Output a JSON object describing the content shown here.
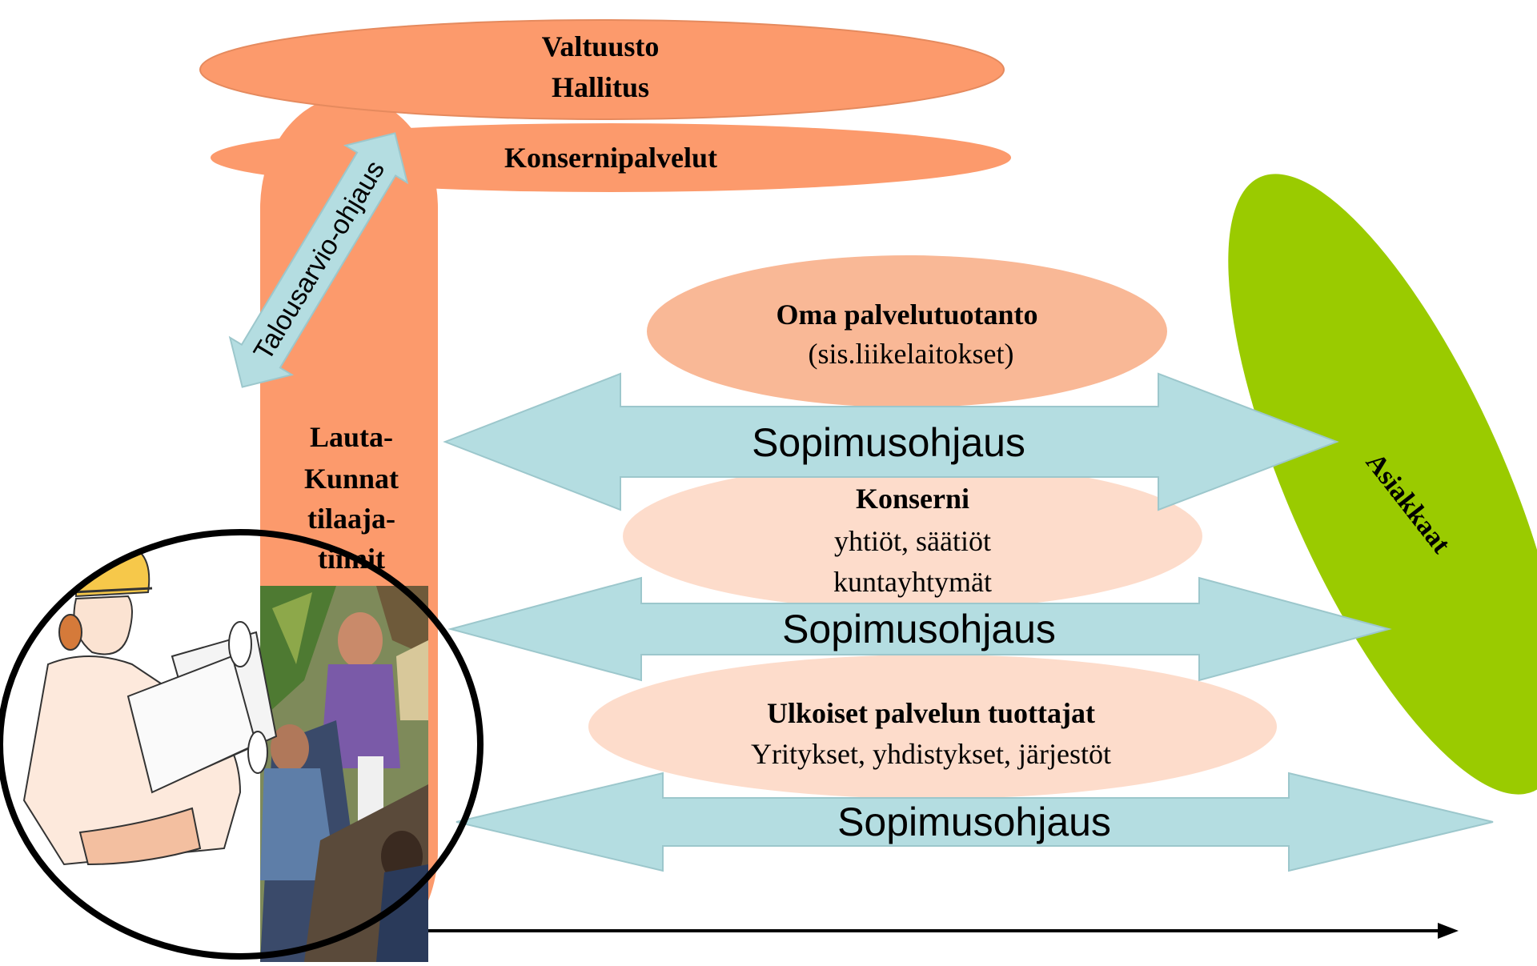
{
  "colors": {
    "orange": "#FC9A6C",
    "peach": "#F9B896",
    "light_peach": "#FDDCCB",
    "light_blue_arrow": "#B4DDE1",
    "arrow_stroke": "#9CC7CC",
    "green": "#9ACB00",
    "black": "#000000"
  },
  "council": {
    "line1": "Valtuusto",
    "line2": "Hallitus"
  },
  "group_services": {
    "label": "Konsernipalvelut"
  },
  "budget_arrow": {
    "label": "Talousarvio-ohjaus"
  },
  "boards": {
    "line1": "Lauta-",
    "line2": "Kunnat",
    "line3": "tilaaja-",
    "line4": "tiimit"
  },
  "own_production": {
    "title": "Oma palvelutuotanto",
    "subtitle": "(sis.liikelaitokset)"
  },
  "group": {
    "title": "Konserni",
    "line1": "yhtiöt, säätiöt",
    "line2": "kuntayhtymät"
  },
  "external": {
    "title": "Ulkoiset palvelun tuottajat",
    "line1": "Yritykset, yhdistykset, järjestöt"
  },
  "contract_arrows": [
    "Sopimusohjaus",
    "Sopimusohjaus",
    "Sopimusohjaus"
  ],
  "customers": {
    "label": "Asiakkaat"
  },
  "clipart": {
    "worker": "construction-worker-with-blueprints",
    "meeting": "business-meeting-illustration"
  }
}
